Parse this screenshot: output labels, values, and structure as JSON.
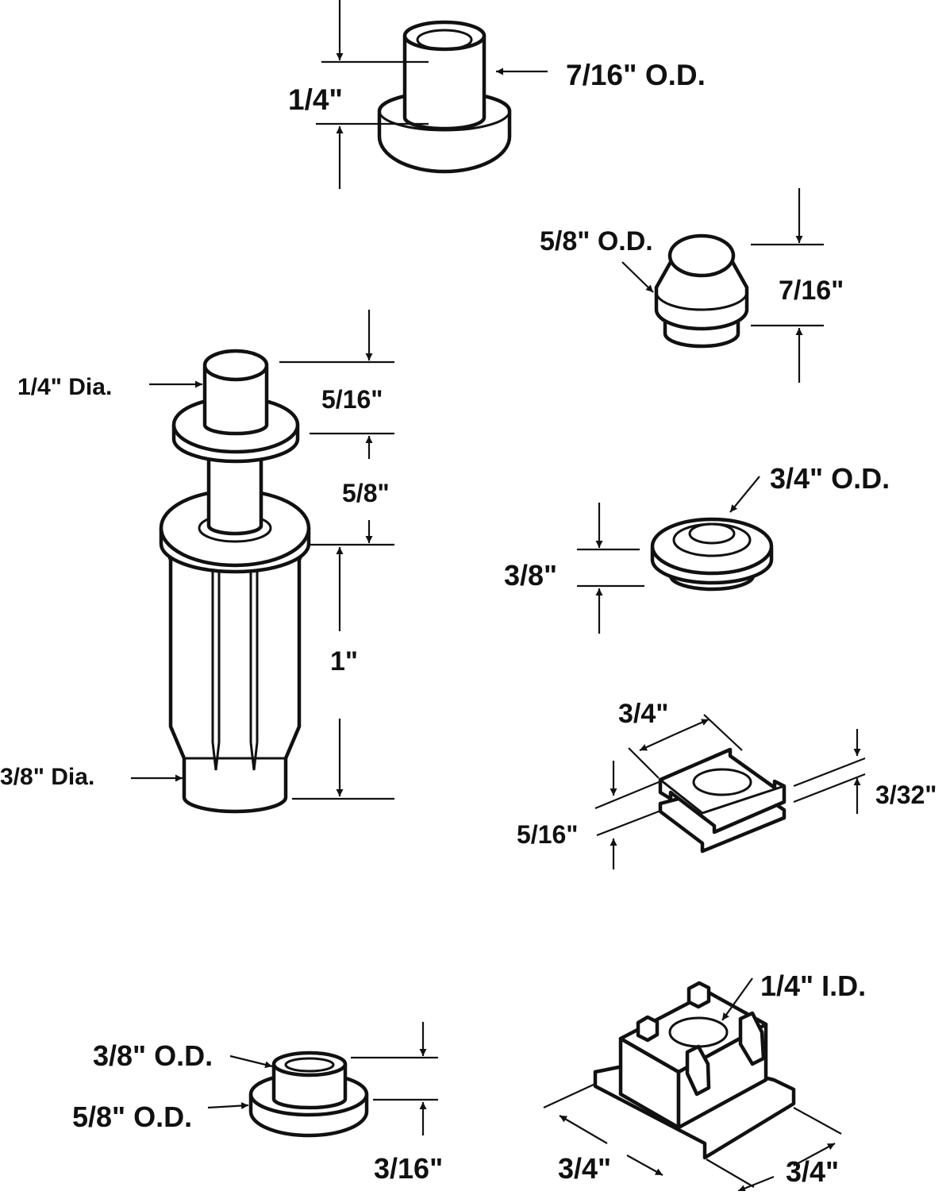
{
  "diagram": {
    "part1": {
      "label_height": "1/4\"",
      "label_od": "7/16\" O.D."
    },
    "part2": {
      "label_od": "5/8\" O.D.",
      "label_height": "7/16\""
    },
    "part3": {
      "label_pin_dia": "1/4\" Dia.",
      "label_pin_height": "5/16\"",
      "label_neck_height": "5/8\"",
      "label_body_height": "1\"",
      "label_body_dia": "3/8\" Dia."
    },
    "part4": {
      "label_od": "3/4\" O.D.",
      "label_height": "3/8\""
    },
    "part5": {
      "label_width": "3/4\"",
      "label_height": "5/16\"",
      "label_thickness": "3/32\""
    },
    "part6": {
      "label_top_od": "3/8\" O.D.",
      "label_base_od": "5/8\" O.D.",
      "label_height": "3/16\""
    },
    "part7": {
      "label_id": "1/4\" I.D.",
      "label_width_left": "3/4\"",
      "label_width_right": "3/4\""
    }
  }
}
